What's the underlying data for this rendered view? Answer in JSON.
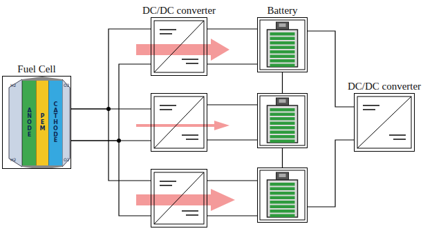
{
  "diagram": {
    "nodes": [
      {
        "text": [
          "Fuel Cell"
        ]
      },
      {
        "text": [
          "ANODE"
        ],
        "in": 0
      },
      {
        "text": [
          "PEM"
        ],
        "in": 0
      },
      {
        "text": [
          "CATHODE"
        ],
        "in": 0
      },
      {
        "text": [
          "DC/DC converter"
        ]
      },
      {
        "text": []
      },
      {
        "text": []
      },
      {
        "text": [
          "Battery"
        ]
      },
      {
        "text": []
      },
      {
        "text": []
      },
      {
        "text": [
          "DC/DC converter"
        ]
      }
    ],
    "edges": [
      {
        "from": 0,
        "to": 4,
        "arrow": "none"
      },
      {
        "from": 0,
        "to": 5,
        "arrow": "none"
      },
      {
        "from": 0,
        "to": 6,
        "arrow": "none"
      },
      {
        "from": 4,
        "to": 7,
        "arrow": "none"
      },
      {
        "from": 5,
        "to": 8,
        "arrow": "none"
      },
      {
        "from": 6,
        "to": 9,
        "arrow": "none"
      },
      {
        "from": 7,
        "to": 8,
        "arrow": "none"
      },
      {
        "from": 8,
        "to": 9,
        "arrow": "none"
      },
      {
        "from": 7,
        "to": 10,
        "arrow": "none"
      },
      {
        "from": 9,
        "to": 10,
        "arrow": "none"
      }
    ],
    "labels": [
      "H2",
      "H2",
      "O2",
      "O2"
    ]
  }
}
